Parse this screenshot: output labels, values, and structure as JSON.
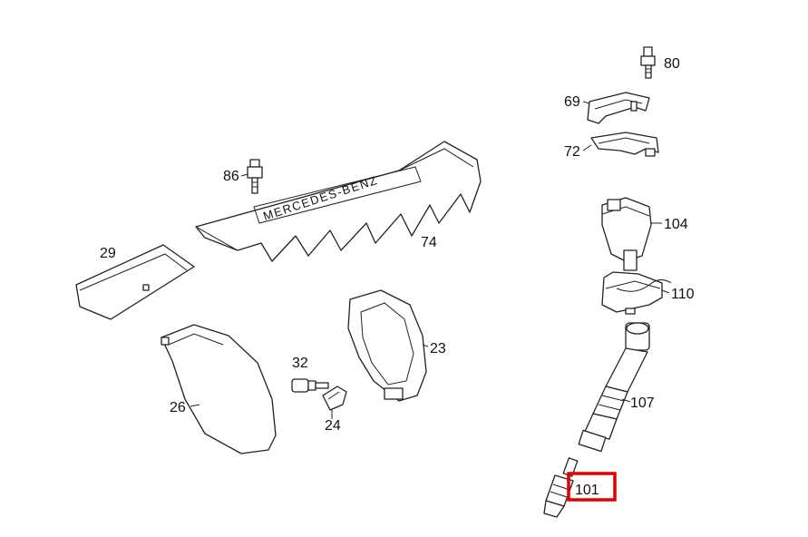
{
  "diagram": {
    "highlighted_part": "101",
    "highlight_color": "#e00000",
    "cover_lettering": "MERCEDES-BENZ",
    "parts": [
      {
        "id": "p80",
        "label": "80"
      },
      {
        "id": "p69",
        "label": "69"
      },
      {
        "id": "p72",
        "label": "72"
      },
      {
        "id": "p86",
        "label": "86"
      },
      {
        "id": "p104",
        "label": "104"
      },
      {
        "id": "p29",
        "label": "29"
      },
      {
        "id": "p74",
        "label": "74"
      },
      {
        "id": "p110",
        "label": "110"
      },
      {
        "id": "p32",
        "label": "32"
      },
      {
        "id": "p23",
        "label": "23"
      },
      {
        "id": "p107",
        "label": "107"
      },
      {
        "id": "p26",
        "label": "26"
      },
      {
        "id": "p24",
        "label": "24"
      },
      {
        "id": "p101",
        "label": "101"
      }
    ]
  }
}
